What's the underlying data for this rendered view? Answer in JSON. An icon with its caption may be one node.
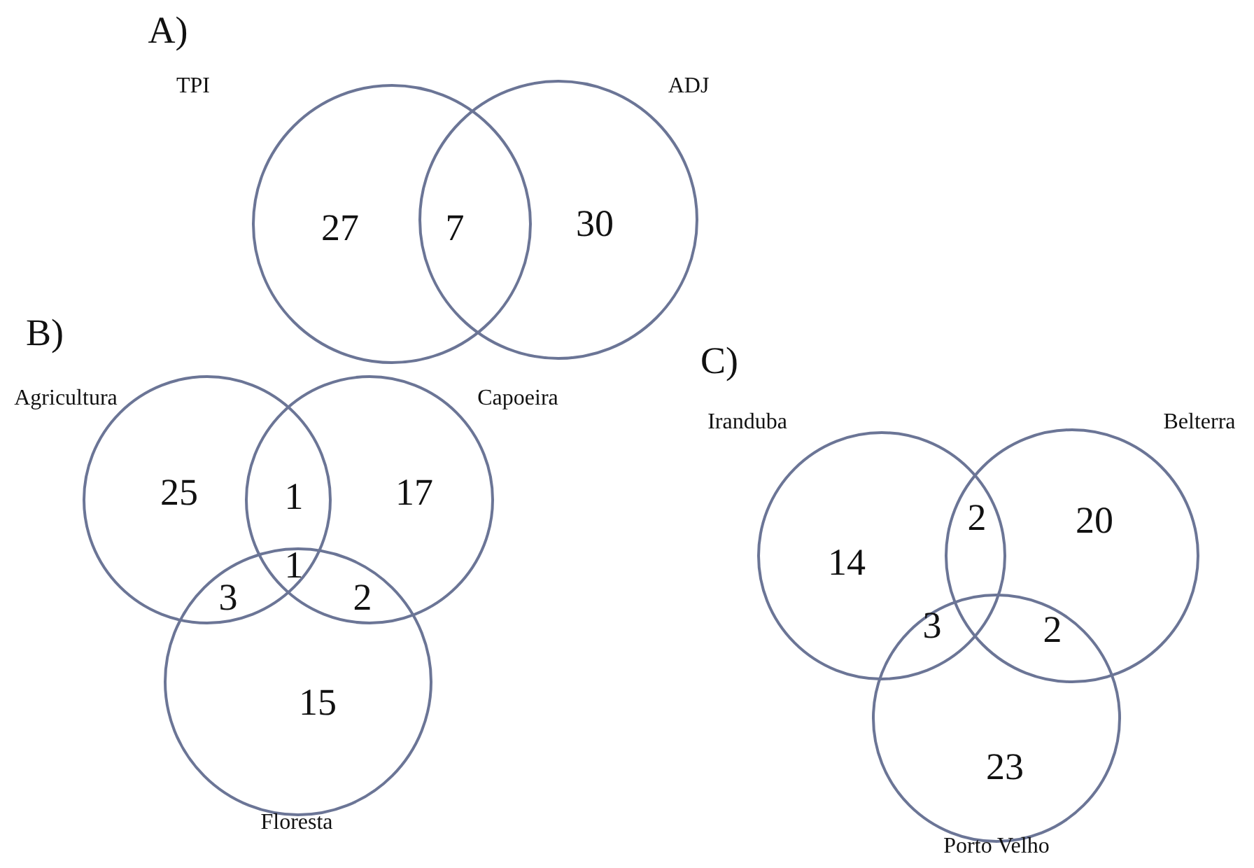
{
  "diagram": {
    "nodes": [
      {
        "text": [
          "TPI"
        ]
      },
      {
        "text": [
          "ADJ"
        ]
      },
      {
        "text": [
          "Agricultura"
        ]
      },
      {
        "text": [
          "Capoeira"
        ]
      },
      {
        "text": [
          "Floresta"
        ]
      },
      {
        "text": [
          "Iranduba"
        ]
      },
      {
        "text": [
          "Belterra"
        ]
      },
      {
        "text": [
          "Porto Velho"
        ]
      }
    ],
    "edges": [],
    "labels": [
      "A)",
      "27",
      "7",
      "30",
      "B)",
      "25",
      "1",
      "17",
      "1",
      "3",
      "2",
      "15",
      "C)",
      "14",
      "2",
      "20",
      "3",
      "2",
      "23"
    ]
  }
}
